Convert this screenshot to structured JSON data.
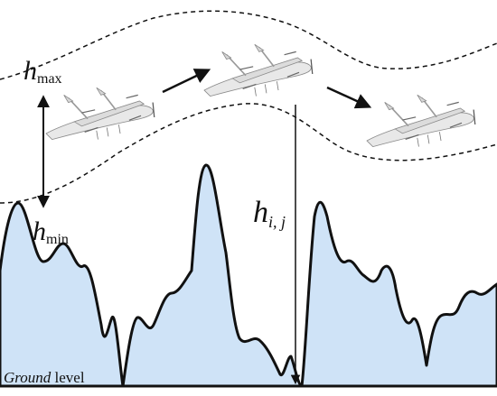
{
  "labels": {
    "h_max": {
      "symbol": "h",
      "subscript": "max"
    },
    "h_min": {
      "symbol": "h",
      "subscript": "min"
    },
    "h_ij": {
      "symbol": "h",
      "subscript": "i, j"
    },
    "ground": {
      "italic_part": "Ground",
      "regular_part": " level"
    }
  },
  "colors": {
    "terrain_fill": "#cfe3f7",
    "line": "#111111",
    "drone_body": "#e6e6e6",
    "drone_edge": "#8a8a8a"
  },
  "icons": [
    "drone-icon",
    "arrow-icon"
  ]
}
